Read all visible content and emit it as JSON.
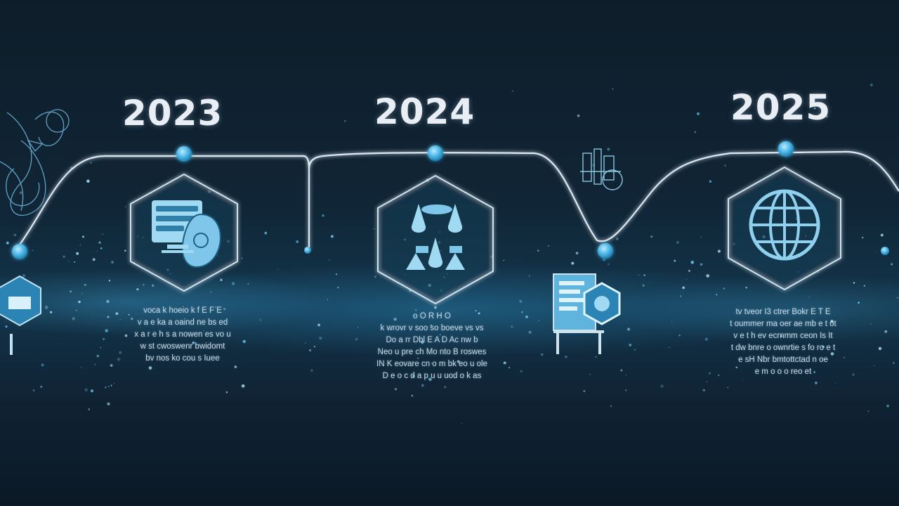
{
  "timeline": {
    "entries": [
      {
        "year": "2023",
        "icon": "server-shield-icon",
        "lines": [
          "voca k hoeio  k f E F E",
          "v a e ka a oaind  ne bs ed",
          "x a r e h s a nowen  es vo u",
          "w st cwoswenr bwidomt",
          "bv nos ko cou s  Iuee"
        ]
      },
      {
        "year": "2024",
        "icon": "network-nodes-icon",
        "lines": [
          "o  O R H O",
          "k wrovr v soo  so boeve  vs vs",
          "Do a rr  Dbl E A D Ac  nw b",
          "Neo u pre ch Mo nto  B roswes",
          "IN  K eovare cn o m  bk eo u ole",
          "D e o c d a p u u uod o k as"
        ]
      },
      {
        "year": "2025",
        "icon": "globe-icon",
        "lines": [
          "tv tveor  I3 ctrer  Bokr E T E",
          "t oummer ma oer  ae mb e t ot",
          "v e t h ev ecrnmm ceon Is It",
          "t dw bnre  o  ownrtie s  fo ro e t",
          "e sH Nbr  bmtottctad  n  oe",
          "e m o o o reo et"
        ]
      }
    ]
  },
  "colors": {
    "background": "#0c1c2a",
    "line": "#dde9f2",
    "node": "#4fb7e6",
    "icon": "#8fd0ee",
    "hex_border": "#cfe3ef",
    "year_text": "#e8eef3"
  }
}
